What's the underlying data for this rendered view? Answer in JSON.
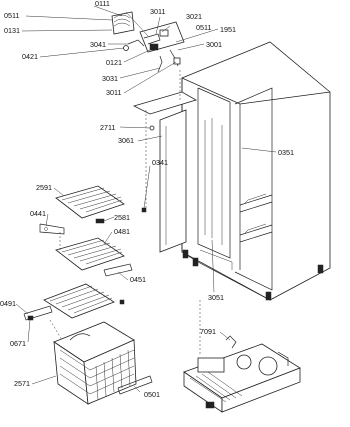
{
  "labels": {
    "p0111": "0111",
    "p0511a": "0511",
    "p3011a": "3011",
    "p3021": "3021",
    "p0511b": "0511",
    "p1951": "1951",
    "p0131": "0131",
    "p3041": "3041",
    "p3001": "3001",
    "p0421": "0421",
    "p0121": "0121",
    "p3031": "3031",
    "p3011b": "3011",
    "p2711": "2711",
    "p3061": "3061",
    "p0341": "0341",
    "p0351": "0351",
    "p2591": "2591",
    "p0441": "0441",
    "p2581": "2581",
    "p0481": "0481",
    "p0451": "0451",
    "p3051": "3051",
    "p0491": "0491",
    "p0671": "0671",
    "p7091": "7091",
    "p2571": "2571",
    "p0501": "0501"
  }
}
